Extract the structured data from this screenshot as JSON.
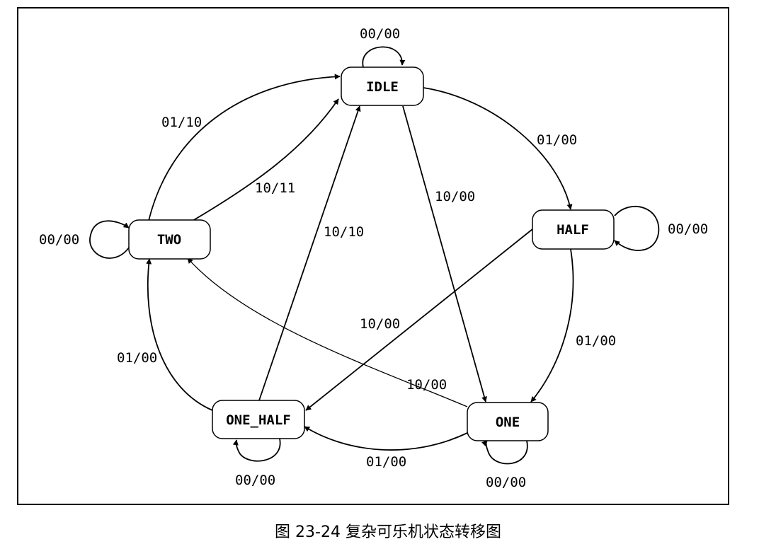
{
  "caption": "图 23-24 复杂可乐机状态转移图",
  "states": [
    {
      "id": "IDLE",
      "label": "IDLE"
    },
    {
      "id": "HALF",
      "label": "HALF"
    },
    {
      "id": "ONE",
      "label": "ONE"
    },
    {
      "id": "ONE_HALF",
      "label": "ONE_HALF"
    },
    {
      "id": "TWO",
      "label": "TWO"
    }
  ],
  "transitions": [
    {
      "from": "IDLE",
      "to": "IDLE",
      "label": "00/00"
    },
    {
      "from": "IDLE",
      "to": "HALF",
      "label": "01/00"
    },
    {
      "from": "IDLE",
      "to": "ONE",
      "label": "10/00"
    },
    {
      "from": "HALF",
      "to": "HALF",
      "label": "00/00"
    },
    {
      "from": "HALF",
      "to": "ONE",
      "label": "01/00"
    },
    {
      "from": "HALF",
      "to": "ONE_HALF",
      "label": "10/00"
    },
    {
      "from": "ONE",
      "to": "ONE",
      "label": "00/00"
    },
    {
      "from": "ONE",
      "to": "ONE_HALF",
      "label": "01/00"
    },
    {
      "from": "ONE",
      "to": "TWO",
      "label": "10/00"
    },
    {
      "from": "ONE_HALF",
      "to": "ONE_HALF",
      "label": "00/00"
    },
    {
      "from": "ONE_HALF",
      "to": "TWO",
      "label": "01/00"
    },
    {
      "from": "ONE_HALF",
      "to": "IDLE",
      "label": "10/10"
    },
    {
      "from": "TWO",
      "to": "TWO",
      "label": "00/00"
    },
    {
      "from": "TWO",
      "to": "IDLE",
      "label": "01/10"
    },
    {
      "from": "TWO",
      "to": "IDLE",
      "label": "10/11"
    }
  ]
}
